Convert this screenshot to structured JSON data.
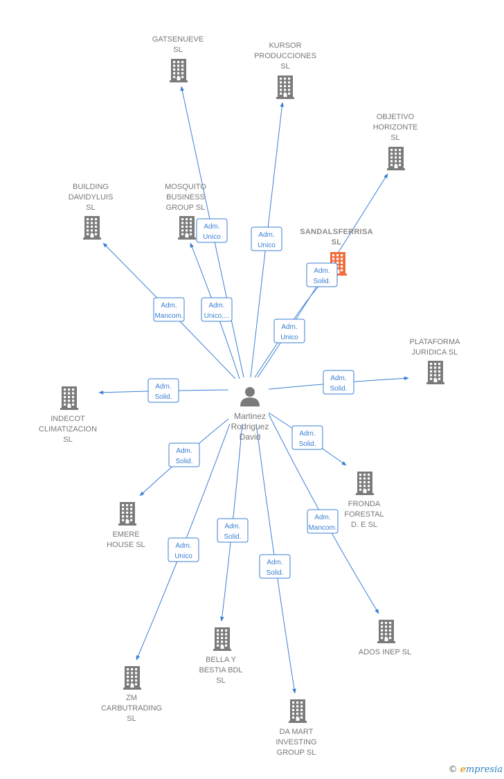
{
  "center": {
    "name_lines": [
      "Martinez",
      "Rodriguez",
      "David"
    ]
  },
  "companies": [
    {
      "id": "gatsenueve",
      "lines": [
        "GATSENUEVE",
        "SL"
      ],
      "role": [
        "Adm.",
        "Unico"
      ]
    },
    {
      "id": "kursor",
      "lines": [
        "KURSOR",
        "PRODUCCIONES",
        "SL"
      ],
      "role": [
        "Adm.",
        "Unico"
      ]
    },
    {
      "id": "objetivo",
      "lines": [
        "OBJETIVO",
        "HORIZONTE",
        "SL"
      ],
      "role": [
        "Adm.",
        "Unico"
      ]
    },
    {
      "id": "sandalsferrisa",
      "lines": [
        "SANDALSFERRISA",
        "SL"
      ],
      "role": [
        "Adm.",
        "Solid."
      ],
      "highlight": true
    },
    {
      "id": "building",
      "lines": [
        "BUILDING",
        "DAVIDYLUIS",
        "SL"
      ],
      "role": [
        "Adm.",
        "Mancom."
      ]
    },
    {
      "id": "mosquito",
      "lines": [
        "MOSQUITO",
        "BUSINESS",
        "GROUP  SL"
      ],
      "role": [
        "Adm.",
        "Unico,..."
      ]
    },
    {
      "id": "plataforma",
      "lines": [
        "PLATAFORMA",
        "JURIDICA  SL"
      ],
      "role": [
        "Adm.",
        "Solid."
      ]
    },
    {
      "id": "indecot",
      "lines": [
        "INDECOT",
        "CLIMATIZACION",
        "SL"
      ],
      "role": [
        "Adm.",
        "Solid."
      ]
    },
    {
      "id": "fronda",
      "lines": [
        "FRONDA",
        "FORESTAL",
        "D.  E  SL"
      ],
      "role": [
        "Adm.",
        "Solid."
      ]
    },
    {
      "id": "emere",
      "lines": [
        "EMERE",
        "HOUSE  SL"
      ],
      "role": [
        "Adm.",
        "Solid."
      ]
    },
    {
      "id": "ados",
      "lines": [
        "ADOS INEP  SL"
      ],
      "role": [
        "Adm.",
        "Mancom."
      ]
    },
    {
      "id": "bella",
      "lines": [
        "BELLA Y",
        "BESTIA BDL",
        "SL"
      ],
      "role": [
        "Adm.",
        "Solid."
      ]
    },
    {
      "id": "zm",
      "lines": [
        "ZM",
        "CARBUTRADING",
        "SL"
      ],
      "role": [
        "Adm.",
        "Unico"
      ]
    },
    {
      "id": "damart",
      "lines": [
        "DA MART",
        "INVESTING",
        "GROUP  SL"
      ],
      "role": [
        "Adm.",
        "Solid."
      ]
    }
  ],
  "colors": {
    "edge": "#3a7fd5",
    "building": "#7a7a7a",
    "highlight": "#f26b3a",
    "person": "#7a7a7a"
  },
  "watermark": {
    "copyright": "©",
    "brand_first": "e",
    "brand_rest": "mpresia"
  }
}
